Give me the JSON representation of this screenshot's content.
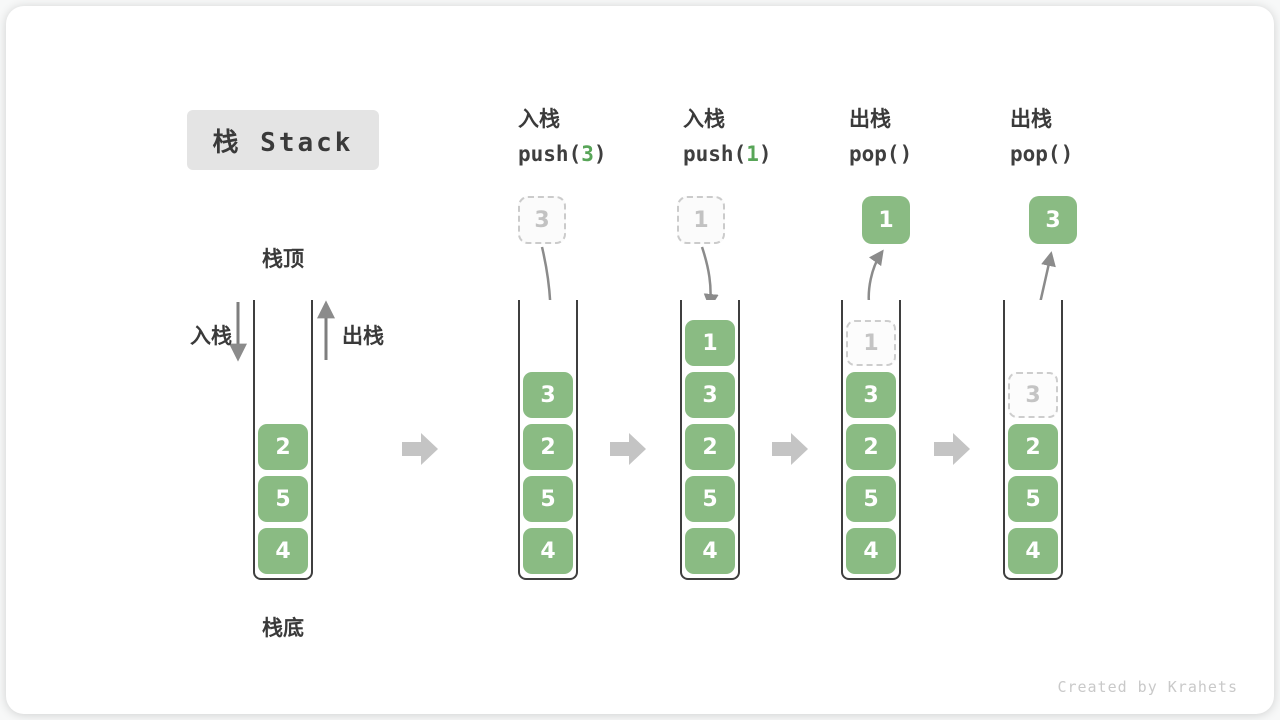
{
  "title": {
    "text": "栈 Stack"
  },
  "legend": {
    "stack_top": "栈顶",
    "stack_bottom": "栈底",
    "push_label": "入栈",
    "pop_label": "出栈"
  },
  "credit": "Created by Krahets",
  "colors": {
    "box_green": "#8abb83",
    "code_arg_green": "#58a558",
    "ghost_border": "#cdcdcd",
    "ghost_text": "#c4c4c4",
    "curve_arrow_gray": "#8b8b8b",
    "block_arrow_gray": "#c4c4c4",
    "container_stroke": "#3f3f3f",
    "text_dark": "#3a3a3a",
    "badge_bg": "#e4e4e4"
  },
  "columns": [
    {
      "name": "initial-stack",
      "operation": null,
      "floating_box": null,
      "stack": [
        {
          "value": "2",
          "ghost": false
        },
        {
          "value": "5",
          "ghost": false
        },
        {
          "value": "4",
          "ghost": false
        }
      ]
    },
    {
      "name": "after-push-3",
      "operation": {
        "label": "入栈",
        "code_pre": "push(",
        "code_arg": "3",
        "code_post": ")"
      },
      "floating_box": {
        "value": "3",
        "style": "ghost"
      },
      "stack": [
        {
          "value": "3",
          "ghost": false
        },
        {
          "value": "2",
          "ghost": false
        },
        {
          "value": "5",
          "ghost": false
        },
        {
          "value": "4",
          "ghost": false
        }
      ]
    },
    {
      "name": "after-push-1",
      "operation": {
        "label": "入栈",
        "code_pre": "push(",
        "code_arg": "1",
        "code_post": ")"
      },
      "floating_box": {
        "value": "1",
        "style": "ghost"
      },
      "stack": [
        {
          "value": "1",
          "ghost": false
        },
        {
          "value": "3",
          "ghost": false
        },
        {
          "value": "2",
          "ghost": false
        },
        {
          "value": "5",
          "ghost": false
        },
        {
          "value": "4",
          "ghost": false
        }
      ]
    },
    {
      "name": "after-pop-1",
      "operation": {
        "label": "出栈",
        "code_pre": "pop(",
        "code_arg": "",
        "code_post": ")"
      },
      "floating_box": {
        "value": "1",
        "style": "solid"
      },
      "stack": [
        {
          "value": "1",
          "ghost": true
        },
        {
          "value": "3",
          "ghost": false
        },
        {
          "value": "2",
          "ghost": false
        },
        {
          "value": "5",
          "ghost": false
        },
        {
          "value": "4",
          "ghost": false
        }
      ]
    },
    {
      "name": "after-pop-3",
      "operation": {
        "label": "出栈",
        "code_pre": "pop(",
        "code_arg": "",
        "code_post": ")"
      },
      "floating_box": {
        "value": "3",
        "style": "solid"
      },
      "stack": [
        {
          "value": "3",
          "ghost": true
        },
        {
          "value": "2",
          "ghost": false
        },
        {
          "value": "5",
          "ghost": false
        },
        {
          "value": "4",
          "ghost": false
        }
      ]
    }
  ]
}
